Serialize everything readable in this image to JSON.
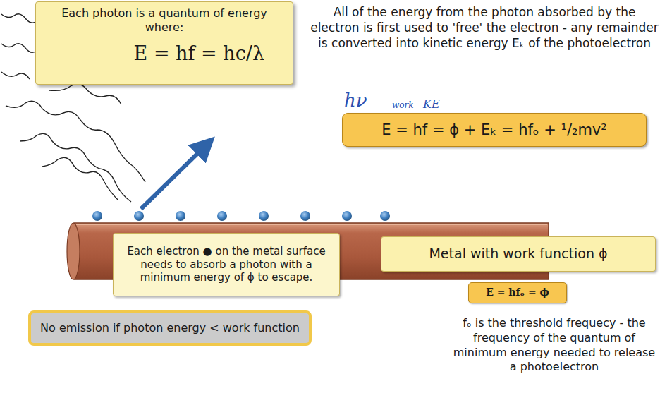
{
  "diagram": {
    "nodes": [
      {
        "text": [
          "Each photon is a quantum of energy where:",
          "E = hf = hc/λ"
        ]
      },
      {
        "text": [
          "E = hf = ϕ + Eₖ = hfₒ + ¹/₂mv²"
        ]
      },
      {
        "text": [
          "Each electron ● on the metal surface needs to absorb a photon with a minimum energy of ϕ to escape."
        ]
      },
      {
        "text": [
          "Metal with work function ϕ"
        ]
      },
      {
        "text": [
          "E = hfₒ = ϕ"
        ]
      },
      {
        "text": [
          "No emission if photon energy < work function"
        ]
      }
    ],
    "labels": [
      "All of the energy from the photon absorbed by the electron is first used to 'free' the electron - any remainder is converted into kinetic energy Eₖ of the photoelectron",
      "hν",
      "work",
      "KE",
      "fₒ is the threshold frequecy - the frequency of the quantum of minimum energy needed to release a photoelectron"
    ]
  }
}
